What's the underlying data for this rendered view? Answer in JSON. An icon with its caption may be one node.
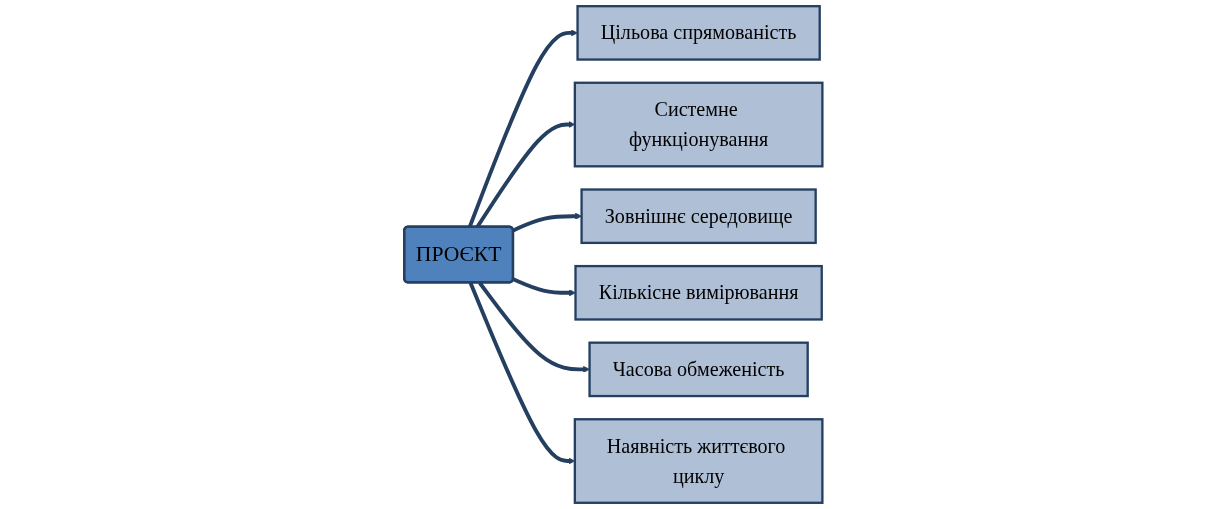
{
  "diagram": {
    "nodes": [
      {
        "text": [
          "Цільова спрямованість"
        ]
      },
      {
        "text": [
          "ПРОЄКТ"
        ]
      },
      {
        "text": [
          "Системне функціонування"
        ]
      },
      {
        "text": [
          "Зовнішнє середовище"
        ]
      },
      {
        "text": [
          "Кількісне вимірювання"
        ]
      },
      {
        "text": [
          "Часова обмеженість"
        ]
      },
      {
        "text": [
          "Наявність життєвого циклу"
        ]
      }
    ],
    "edges": [
      {
        "from": 1,
        "to": 0,
        "arrow": "to"
      },
      {
        "from": 1,
        "to": 2,
        "arrow": "to"
      },
      {
        "from": 1,
        "to": 3,
        "arrow": "to"
      },
      {
        "from": 1,
        "to": 4,
        "arrow": "to"
      },
      {
        "from": 1,
        "to": 5,
        "arrow": "to"
      },
      {
        "from": 1,
        "to": 6,
        "arrow": "to"
      }
    ]
  }
}
